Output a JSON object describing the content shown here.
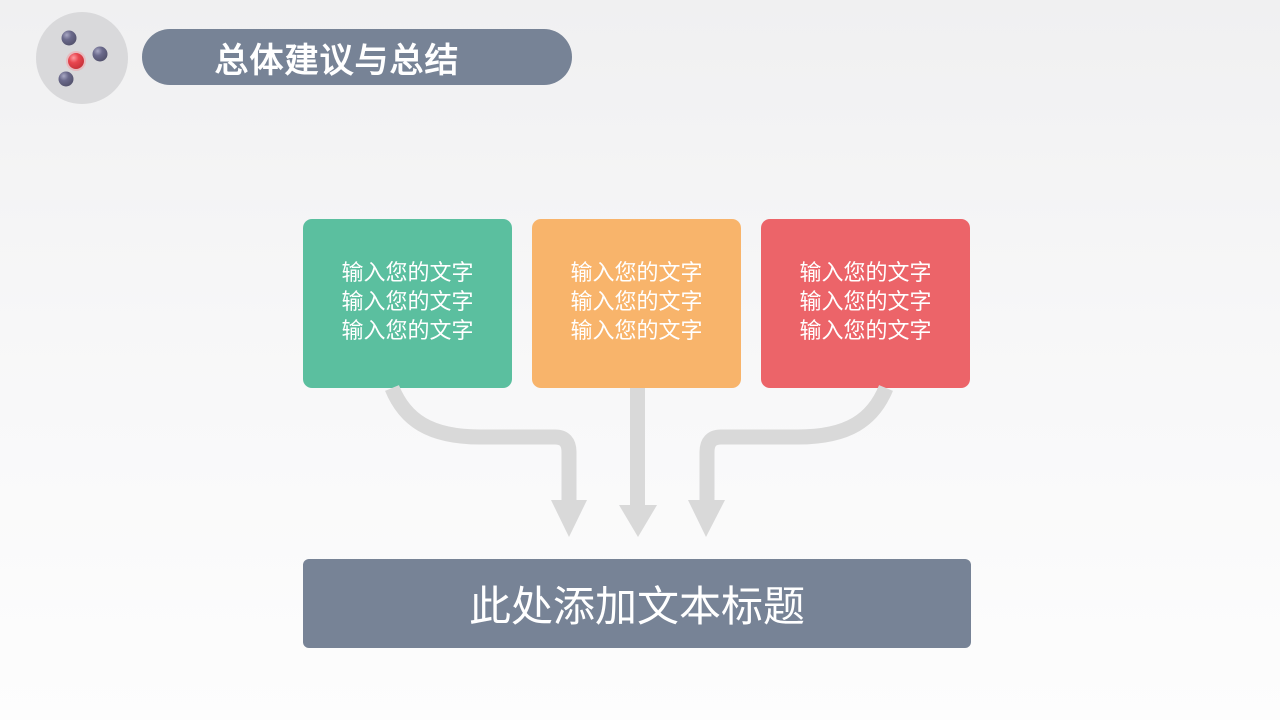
{
  "header": {
    "logo_icon": "molecule-icon",
    "title": "总体建议与总结"
  },
  "cards": [
    {
      "color": "#5bbf9f",
      "lines": [
        "输入您的文字",
        "输入您的文字",
        "输入您的文字"
      ]
    },
    {
      "color": "#f8b46b",
      "lines": [
        "输入您的文字",
        "输入您的文字",
        "输入您的文字"
      ]
    },
    {
      "color": "#ec6469",
      "lines": [
        "输入您的文字",
        "输入您的文字",
        "输入您的文字"
      ]
    }
  ],
  "arrows": {
    "color": "#d9d9d9",
    "icons": [
      "curved-arrow-down-right-icon",
      "arrow-down-icon",
      "curved-arrow-down-left-icon"
    ]
  },
  "summary": {
    "title": "此处添加文本标题",
    "color": "#778396"
  },
  "colors": {
    "accent_gray": "#778396",
    "green": "#5bbf9f",
    "orange": "#f8b46b",
    "red": "#ec6469",
    "logo_bg": "#d9d9db",
    "logo_center_dot": "#e8464f",
    "logo_dots": "#6b6a8c"
  }
}
